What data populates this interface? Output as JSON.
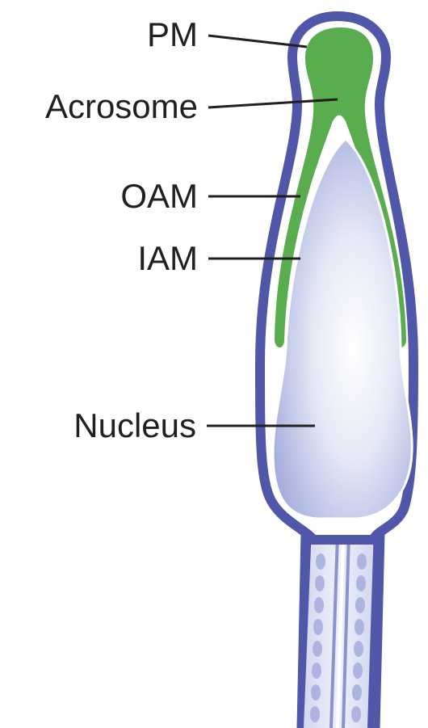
{
  "labels": {
    "pm": "PM",
    "acrosome": "Acrosome",
    "oam": "OAM",
    "iam": "IAM",
    "nucleus": "Nucleus"
  },
  "colors": {
    "membrane": "#5056a8",
    "acrosome": "#5aad4e",
    "nucleus_light": "#ffffff",
    "nucleus_dark": "#a9b0de",
    "label_text": "#231f20"
  }
}
